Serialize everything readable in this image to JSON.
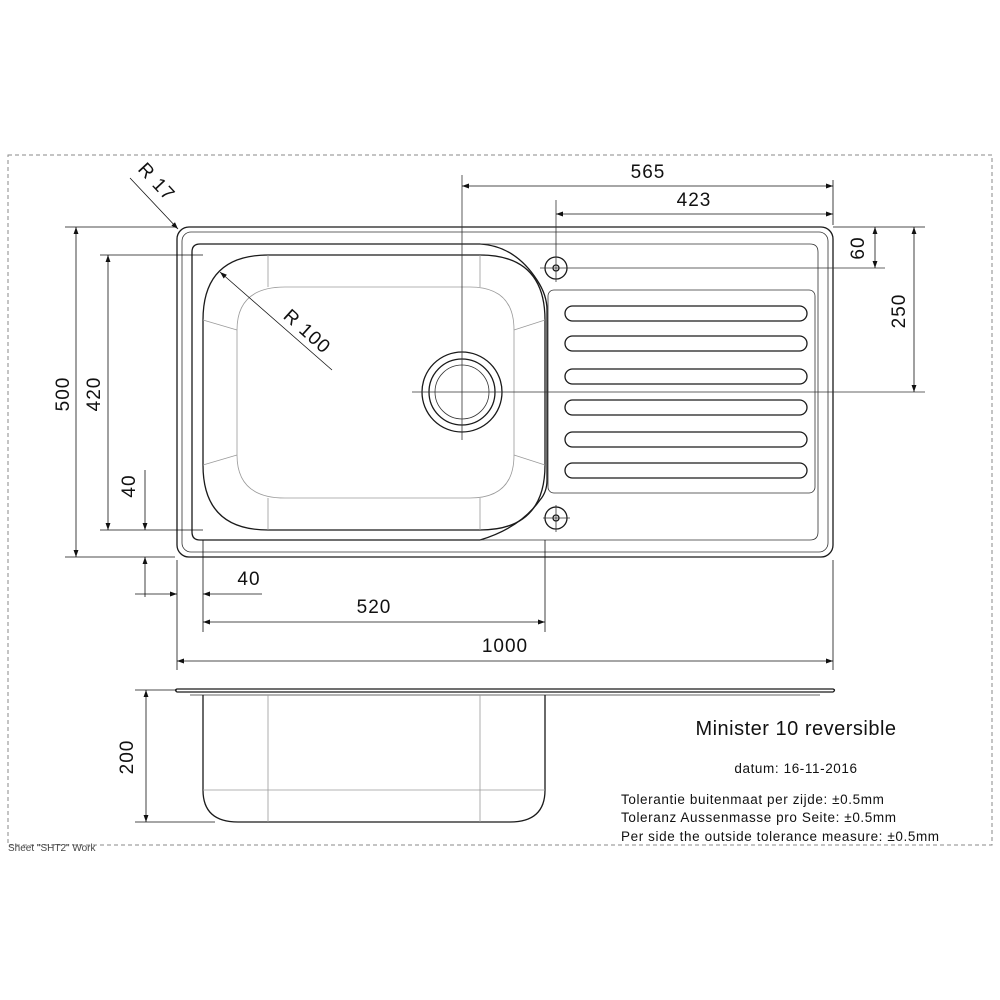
{
  "dimensions": {
    "corner_radius": "R 17",
    "bowl_radius": "R 100",
    "overall_length": "1000",
    "overall_width": "500",
    "bowl_width": "420",
    "bowl_length": "520",
    "margin_side": "40",
    "margin_bottom": "40",
    "drain_position": "565",
    "tap_hole_position": "423",
    "tap_hole_offset": "60",
    "drain_offset": "250",
    "depth": "200"
  },
  "title_block": {
    "product_name": "Minister 10 reversible",
    "date_line": "datum: 16-11-2016",
    "tolerance_nl": "Tolerantie buitenmaat per zijde: ±0.5mm",
    "tolerance_de": "Toleranz Aussenmasse pro Seite: ±0.5mm",
    "tolerance_en": "Per side the outside tolerance measure: ±0.5mm"
  },
  "sheet_label": "Sheet \"SHT2\" Work"
}
